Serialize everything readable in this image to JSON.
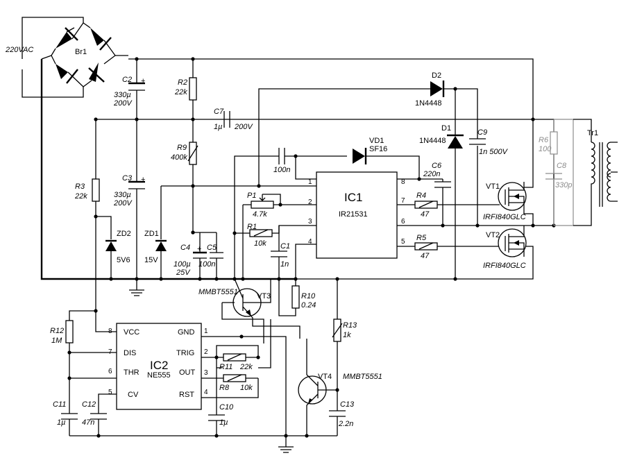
{
  "mains": "220VAC",
  "bridge": {
    "ref": "Br1"
  },
  "c2": {
    "ref": "C2",
    "cap": "330µ",
    "volt": "200V"
  },
  "c3": {
    "ref": "C3",
    "cap": "330µ",
    "volt": "200V"
  },
  "r2": {
    "ref": "R2",
    "val": "22k"
  },
  "r9": {
    "ref": "R9",
    "val": "400k"
  },
  "r3": {
    "ref": "R3",
    "val": "22k"
  },
  "c7": {
    "ref": "C7",
    "cap": "1µ",
    "volt": "200V"
  },
  "zd2": {
    "ref": "ZD2",
    "val": "5V6"
  },
  "zd1": {
    "ref": "ZD1",
    "val": "15V"
  },
  "c4": {
    "ref": "C4",
    "cap": "100µ",
    "volt": "25V"
  },
  "c5": {
    "ref": "C5",
    "cap": "100n"
  },
  "cboot": {
    "cap": "100n"
  },
  "vd1": {
    "ref": "VD1",
    "part": "SF16"
  },
  "d2": {
    "ref": "D2",
    "part": "1N4448"
  },
  "d1": {
    "ref": "D1",
    "part": "1N4448"
  },
  "c9": {
    "ref": "C9",
    "cap": "1n 500V"
  },
  "c6": {
    "ref": "C6",
    "cap": "220n"
  },
  "ic1": {
    "ref": "IC1",
    "part": "IR21531",
    "pins": [
      "1",
      "2",
      "3",
      "4",
      "5",
      "6",
      "7",
      "8"
    ]
  },
  "p1": {
    "ref": "P1",
    "val": "4.7k"
  },
  "r1": {
    "ref": "R1",
    "val": "10k"
  },
  "c1": {
    "ref": "C1",
    "cap": "1n"
  },
  "r4": {
    "ref": "R4",
    "val": "47"
  },
  "r5": {
    "ref": "R5",
    "val": "47"
  },
  "vt1": {
    "ref": "VT1",
    "part": "IRFI840GLC"
  },
  "vt2": {
    "ref": "VT2",
    "part": "IRFI840GLC"
  },
  "r6": {
    "ref": "R6",
    "val": "100"
  },
  "c8": {
    "ref": "C8",
    "cap": "330p"
  },
  "tr1": {
    "ref": "Tr1"
  },
  "vt3": {
    "ref": "VT3",
    "part": "MMBT5551"
  },
  "r10": {
    "ref": "R10",
    "val": "0.24"
  },
  "r13": {
    "ref": "R13",
    "val": "1k"
  },
  "vt4": {
    "ref": "VT4",
    "part": "MMBT5551"
  },
  "c13": {
    "ref": "C13",
    "cap": "2.2n"
  },
  "r12": {
    "ref": "R12",
    "val": "1M"
  },
  "ic2": {
    "ref": "IC2",
    "part": "NE555",
    "left_pins": [
      {
        "num": "8",
        "name": "VCC"
      },
      {
        "num": "7",
        "name": "DIS"
      },
      {
        "num": "6",
        "name": "THR"
      },
      {
        "num": "5",
        "name": "CV"
      }
    ],
    "right_pins": [
      {
        "num": "1",
        "name": "GND"
      },
      {
        "num": "2",
        "name": "TRIG"
      },
      {
        "num": "3",
        "name": "OUT"
      },
      {
        "num": "4",
        "name": "RST"
      }
    ]
  },
  "r11": {
    "ref": "R11",
    "val": "22k"
  },
  "r8": {
    "ref": "R8",
    "val": "10k"
  },
  "c10": {
    "ref": "C10",
    "cap": "1µ"
  },
  "c11": {
    "ref": "C11",
    "cap": "1µ"
  },
  "c12": {
    "ref": "C12",
    "cap": "47n"
  },
  "colors": {
    "wire": "#000000",
    "optional_parts": "#8c8c8c",
    "background": "#ffffff"
  }
}
